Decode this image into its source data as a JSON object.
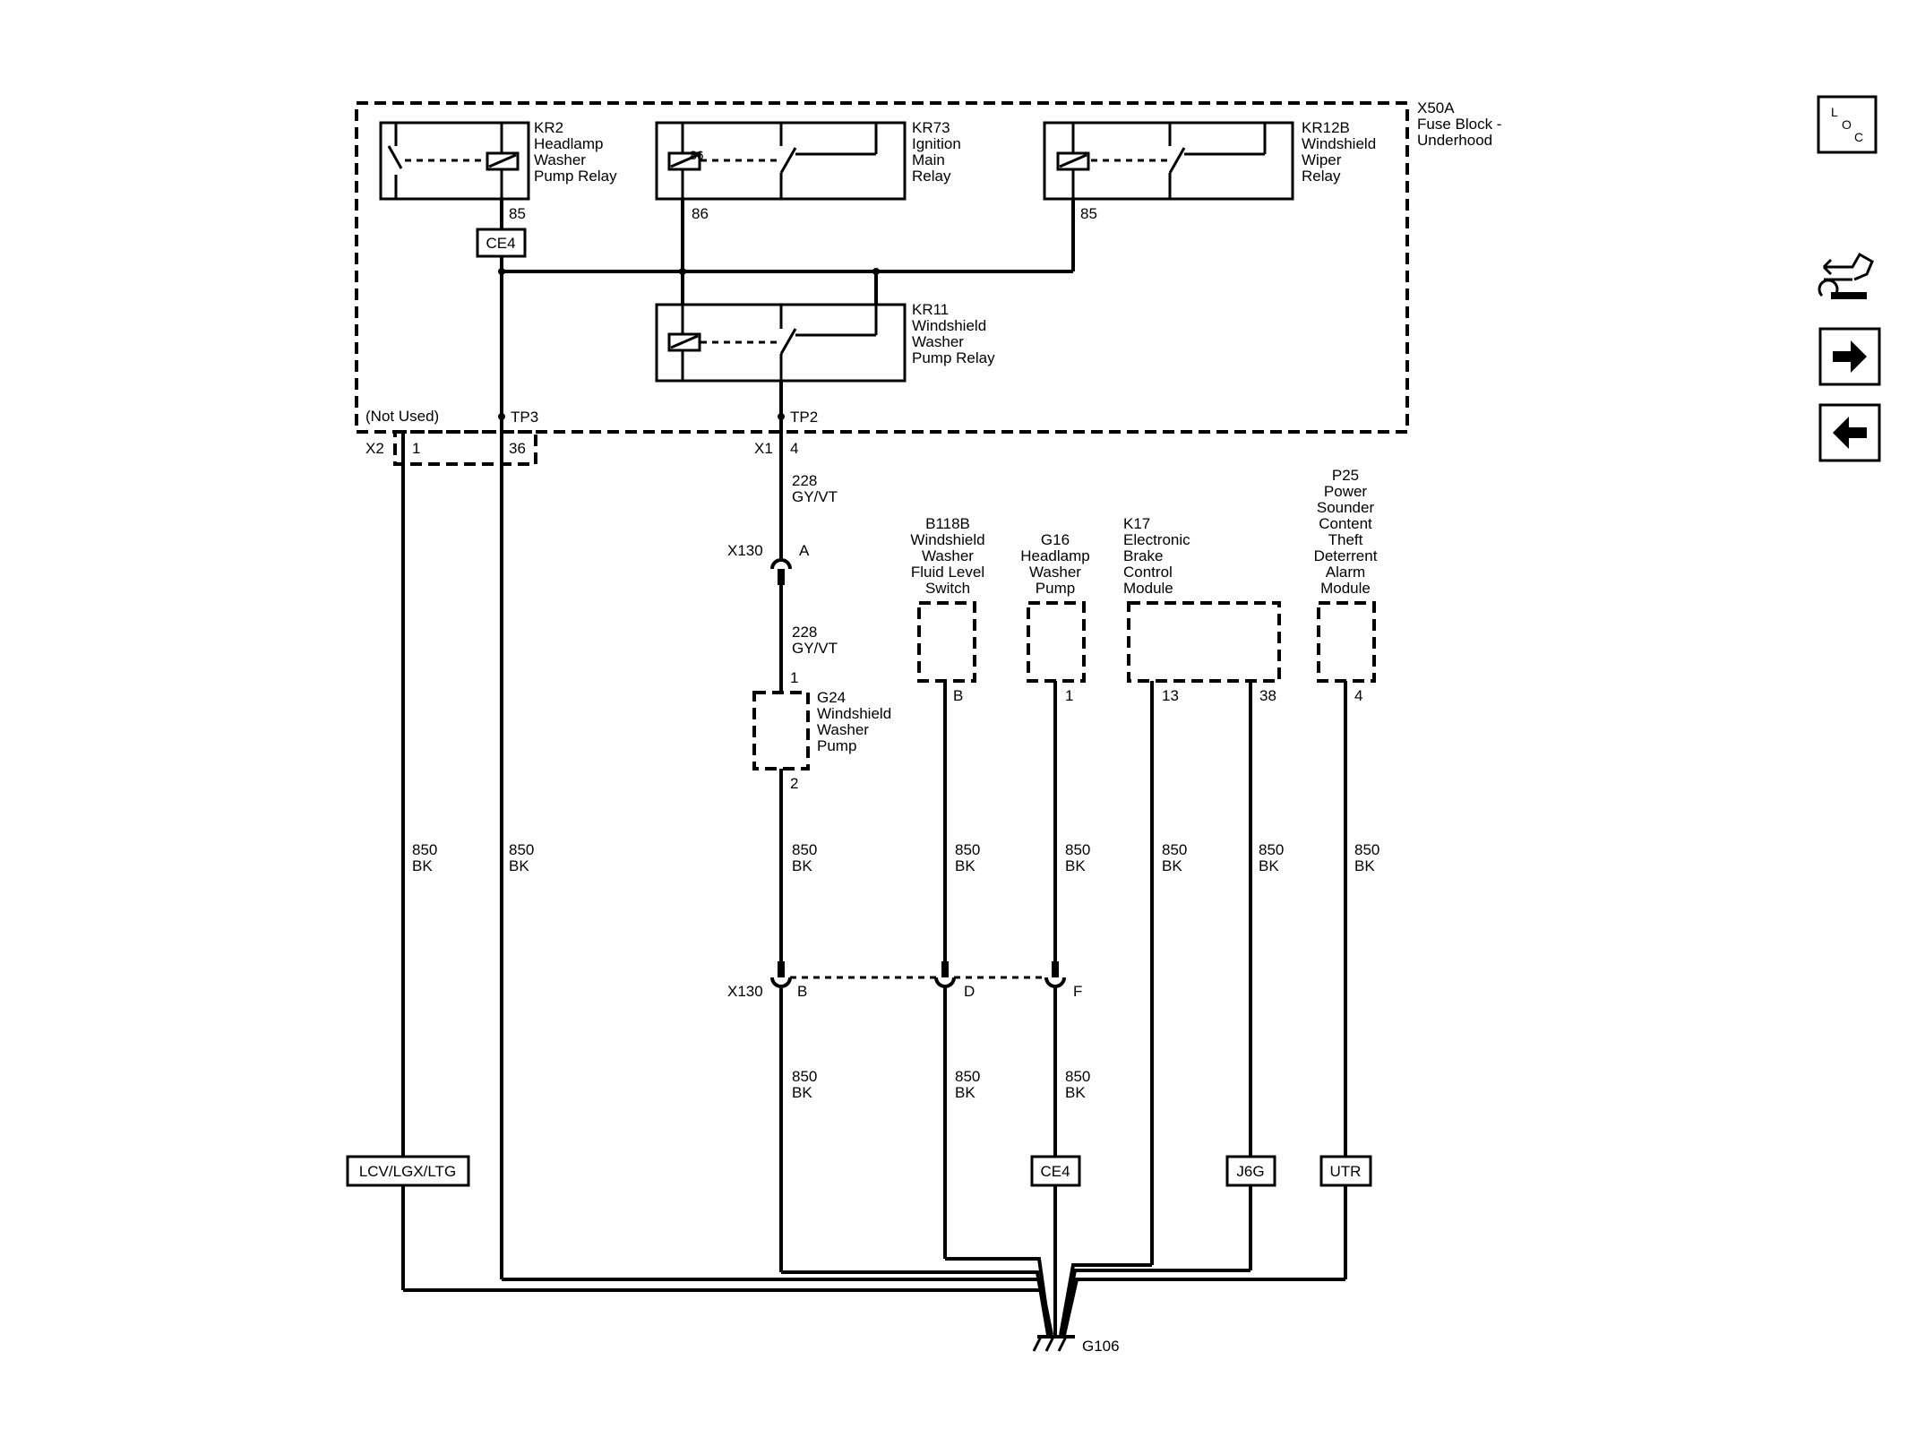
{
  "fuse_block": {
    "id": "X50A",
    "line1": "Fuse Block -",
    "line2": "Underhood"
  },
  "relays": {
    "kr2": {
      "lines": [
        "KR2",
        "Headlamp",
        "Washer",
        "Pump Relay"
      ],
      "pin": "85"
    },
    "kr73": {
      "lines": [
        "KR73",
        "Ignition",
        "Main",
        "Relay"
      ],
      "pin": "86",
      "inner_pin": "86"
    },
    "kr12b": {
      "lines": [
        "KR12B",
        "Windshield",
        "Wiper",
        "Relay"
      ],
      "pin": "85"
    },
    "kr11": {
      "lines": [
        "KR11",
        "Windshield",
        "Washer",
        "Pump Relay"
      ]
    }
  },
  "options": {
    "ce4_top": "CE4",
    "ce4_bottom": "CE4",
    "lcv": "LCV/LGX/LTG",
    "j6g": "J6G",
    "utr": "UTR"
  },
  "connectors": {
    "not_used": "(Not Used)",
    "tp3": "TP3",
    "tp2": "TP2",
    "x2": "X2",
    "x2_pin1": "1",
    "x2_pin36": "36",
    "x1": "X1",
    "x1_pin4": "4",
    "x130_top": "X130",
    "x130_top_pin": "A",
    "x130_bottom": "X130",
    "x130_pin_b": "B",
    "x130_pin_d": "D",
    "x130_pin_f": "F"
  },
  "wires": {
    "w228_top": {
      "circuit": "228",
      "color": "GY/VT"
    },
    "w228_mid": {
      "circuit": "228",
      "color": "GY/VT"
    },
    "w850_x2": {
      "circuit": "850",
      "color": "BK"
    },
    "w850_tp3": {
      "circuit": "850",
      "color": "BK"
    },
    "w850_g24": {
      "circuit": "850",
      "color": "BK"
    },
    "w850_b118b": {
      "circuit": "850",
      "color": "BK"
    },
    "w850_g16": {
      "circuit": "850",
      "color": "BK"
    },
    "w850_k17a": {
      "circuit": "850",
      "color": "BK"
    },
    "w850_k17b": {
      "circuit": "850",
      "color": "BK"
    },
    "w850_p25": {
      "circuit": "850",
      "color": "BK"
    },
    "w850_x130b": {
      "circuit": "850",
      "color": "BK"
    },
    "w850_x130d": {
      "circuit": "850",
      "color": "BK"
    },
    "w850_x130f": {
      "circuit": "850",
      "color": "BK"
    }
  },
  "components": {
    "g24": {
      "lines": [
        "G24",
        "Windshield",
        "Washer",
        "Pump"
      ],
      "pin1": "1",
      "pin2": "2"
    },
    "b118b": {
      "lines": [
        "B118B",
        "Windshield",
        "Washer",
        "Fluid Level",
        "Switch"
      ],
      "pin": "B"
    },
    "g16": {
      "lines": [
        "G16",
        "Headlamp",
        "Washer",
        "Pump"
      ],
      "pin": "1"
    },
    "k17": {
      "lines": [
        "K17",
        "Electronic",
        "Brake",
        "Control",
        "Module"
      ],
      "pin_a": "13",
      "pin_b": "38"
    },
    "p25": {
      "lines": [
        "P25",
        "Power",
        "Sounder",
        "Content",
        "Theft",
        "Deterrent",
        "Alarm",
        "Module"
      ],
      "pin": "4"
    }
  },
  "ground": {
    "id": "G106"
  },
  "nav": {
    "loc": {
      "l": "L",
      "o": "O",
      "c": "C"
    },
    "icons": [
      "schematic-wrench-icon",
      "arrow-right-icon",
      "arrow-left-icon"
    ]
  }
}
